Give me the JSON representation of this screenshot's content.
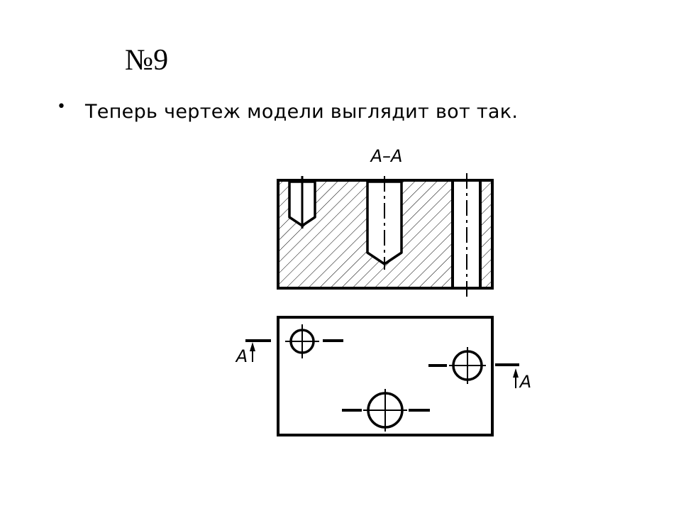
{
  "slide": {
    "title": "№9",
    "bullet": {
      "marker": "•",
      "text": "Теперь чертеж модели выглядит вот так."
    }
  },
  "drawing": {
    "section_title": "А–А",
    "cut_label_left": "А",
    "cut_label_right": "А",
    "line_color": "#000000",
    "hatch_color": "#000000"
  }
}
